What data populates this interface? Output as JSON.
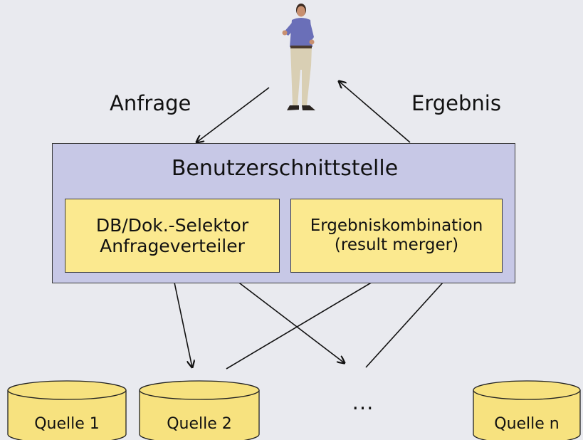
{
  "labels": {
    "request": "Anfrage",
    "result": "Ergebnis",
    "user_interface": "Benutzerschnittstelle",
    "ellipsis": "..."
  },
  "components": {
    "selector": {
      "line1": "DB/Dok.-Selektor",
      "line2": "Anfrageverteiler"
    },
    "merger": {
      "line1": "Ergebniskombination",
      "line2": "(result merger)"
    }
  },
  "sources": [
    {
      "label": "Quelle 1"
    },
    {
      "label": "Quelle 2"
    },
    {
      "label": "Quelle n"
    }
  ],
  "colors": {
    "background": "#e9eaef",
    "interface_box": "#c7c8e6",
    "component_box": "#fbe98f",
    "database": "#f7e27f",
    "line": "#111111"
  },
  "icons": {
    "user": "person-figure-icon"
  }
}
